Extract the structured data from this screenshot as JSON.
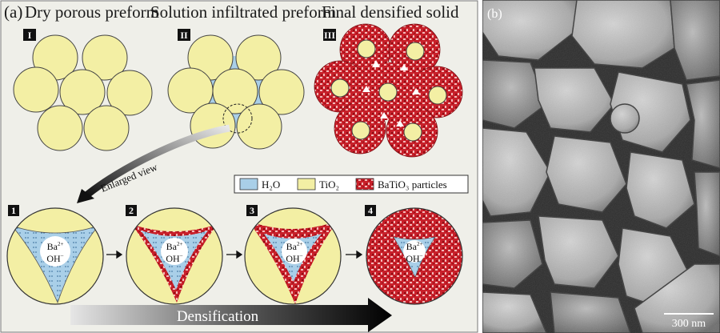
{
  "panel_a": {
    "label": "(a)",
    "titles": {
      "dry": "Dry porous preform",
      "infiltrated": "Solution infiltrated preform",
      "densified": "Final densified solid"
    },
    "stage_roman": [
      "I",
      "II",
      "III"
    ],
    "enlarged_label": "Enlarged view",
    "legend": {
      "h2o": "H₂O",
      "tio2": "TiO₂",
      "batio3": "BaTiO₃ particles"
    },
    "step_numbers": [
      "1",
      "2",
      "3",
      "4"
    ],
    "ions": {
      "ba": "Ba",
      "ba_charge": "2+",
      "oh": "OH",
      "oh_charge": "−"
    },
    "densification": "Densification",
    "colors": {
      "tio2": "#f3efa4",
      "h2o": "#a9cfe8",
      "batio3": "#d2232a",
      "panel_bg": "#efefe9"
    }
  },
  "panel_b": {
    "label": "(b)",
    "scale_bar": "300 nm"
  }
}
